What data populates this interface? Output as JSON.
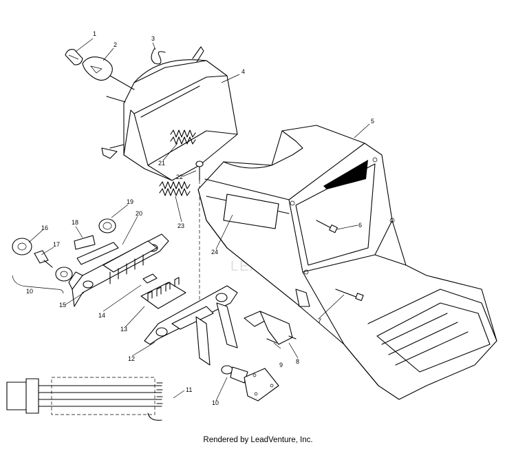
{
  "diagram": {
    "callouts": [
      "1",
      "2",
      "3",
      "4",
      "5",
      "6",
      "7",
      "8",
      "9",
      "10",
      "10",
      "11",
      "12",
      "13",
      "14",
      "15",
      "16",
      "17",
      "18",
      "19",
      "20",
      "21",
      "22",
      "23",
      "24"
    ],
    "watermark": "LEADVENTURE"
  },
  "footer": {
    "text": "Rendered by LeadVenture, Inc."
  }
}
